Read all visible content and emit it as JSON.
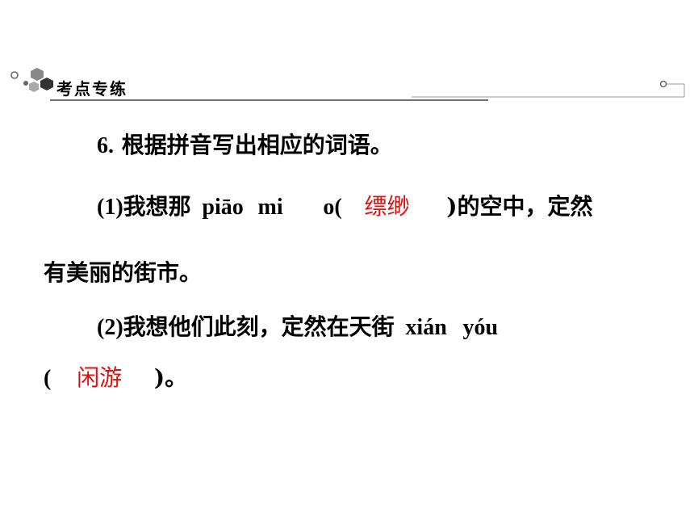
{
  "header": {
    "title": "考点专练",
    "icon": "hexagon-cluster-icon"
  },
  "question": {
    "number": "6",
    "prompt": "根据拼音写出相应的词语。"
  },
  "item1": {
    "label": "(1)",
    "text_before": "我想那",
    "pinyin_a": "piāo",
    "pinyin_b": "mi",
    "pinyin_c": "o(",
    "answer": "缥缈",
    "text_after": ")的空中，定然",
    "continuation": "有美丽的街市。"
  },
  "item2": {
    "label": "(2)",
    "text_before": "我想他们此刻，定然在天街",
    "pinyin_a": "xián",
    "pinyin_b": "yóu",
    "open_paren": "(",
    "answer": "闲游",
    "text_after": ")。"
  },
  "colors": {
    "answer": "#e01010",
    "header_line": "#555555",
    "hex_dark": "#333333"
  }
}
